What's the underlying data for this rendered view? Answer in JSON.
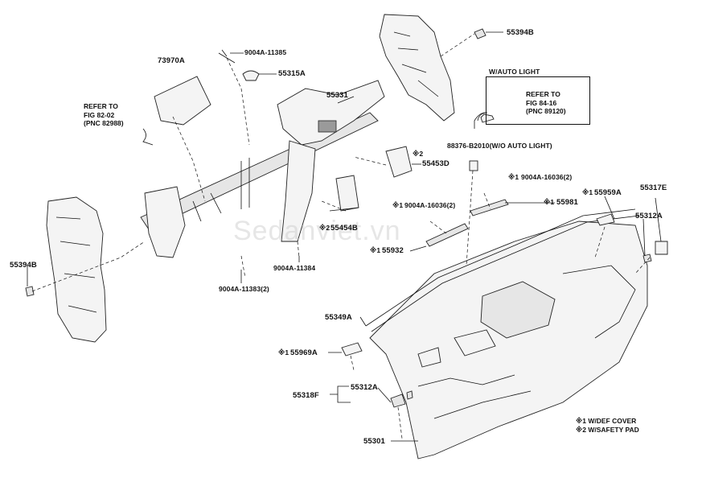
{
  "parts": {
    "p55394b_top": "55394B",
    "p9004a_11385": "9004A-11385",
    "p73970a": "73970A",
    "p55315a": "55315A",
    "p55331": "55331",
    "p55453d": "55453D",
    "p88376": "88376-B2010(W/O AUTO LIGHT)",
    "p9004a_16036_r": "9004A-16036(2)",
    "p55981": "55981",
    "p9004a_16036_l": "9004A-16036(2)",
    "p55959a": "55959A",
    "p55317e": "55317E",
    "p55312a_r": "55312A",
    "p55454b": "55454B",
    "p55394b_left": "55394B",
    "p55932": "55932",
    "p9004a_11384": "9004A-11384",
    "p9004a_11383": "9004A-11383(2)",
    "p55349a": "55349A",
    "p55969a": "55969A",
    "p55312a_b": "55312A",
    "p55318f": "55318F",
    "p55301": "55301"
  },
  "marks": {
    "m1": "※1",
    "m2": "※2"
  },
  "refs": {
    "fig82": "REFER TO\nFIG 82-02\n(PNC 82988)",
    "auto_light_title": "W/AUTO LIGHT",
    "fig84": "REFER TO\nFIG 84-16\n(PNC 89120)"
  },
  "notes": {
    "n1": "※1 W/DEF COVER",
    "n2": "※2 W/SAFETY PAD"
  },
  "watermark": "Sedanviet.vn"
}
